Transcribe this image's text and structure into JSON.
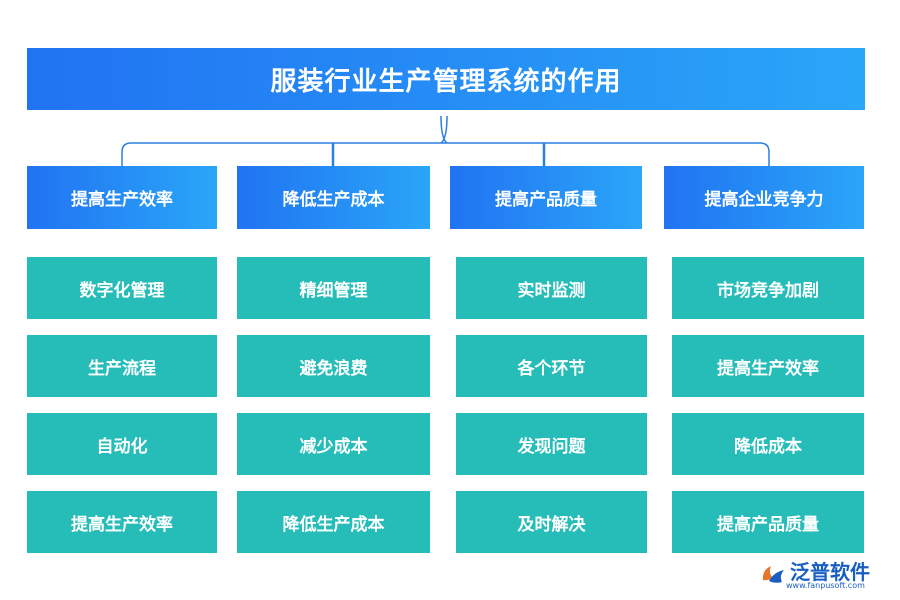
{
  "title": "服装行业生产管理系统的作用",
  "colors": {
    "header_gradient": [
      "#2173f2",
      "#2aa6f8"
    ],
    "item_bg": "#26bdb9",
    "connector": "#2a7fe0"
  },
  "columns": [
    {
      "header": "提高生产效率",
      "items": [
        "数字化管理",
        "生产流程",
        "自动化",
        "提高生产效率"
      ]
    },
    {
      "header": "降低生产成本",
      "items": [
        "精细管理",
        "避免浪费",
        "减少成本",
        "降低生产成本"
      ]
    },
    {
      "header": "提高产品质量",
      "items": [
        "实时监测",
        "各个环节",
        "发现问题",
        "及时解决"
      ]
    },
    {
      "header": "提高企业竞争力",
      "items": [
        "市场竞争加剧",
        "提高生产效率",
        "降低成本",
        "提高产品质量"
      ]
    }
  ],
  "logo": {
    "name": "泛普软件",
    "url": "www.fanpusoft.com",
    "icon": "fanpu-logo-icon"
  }
}
